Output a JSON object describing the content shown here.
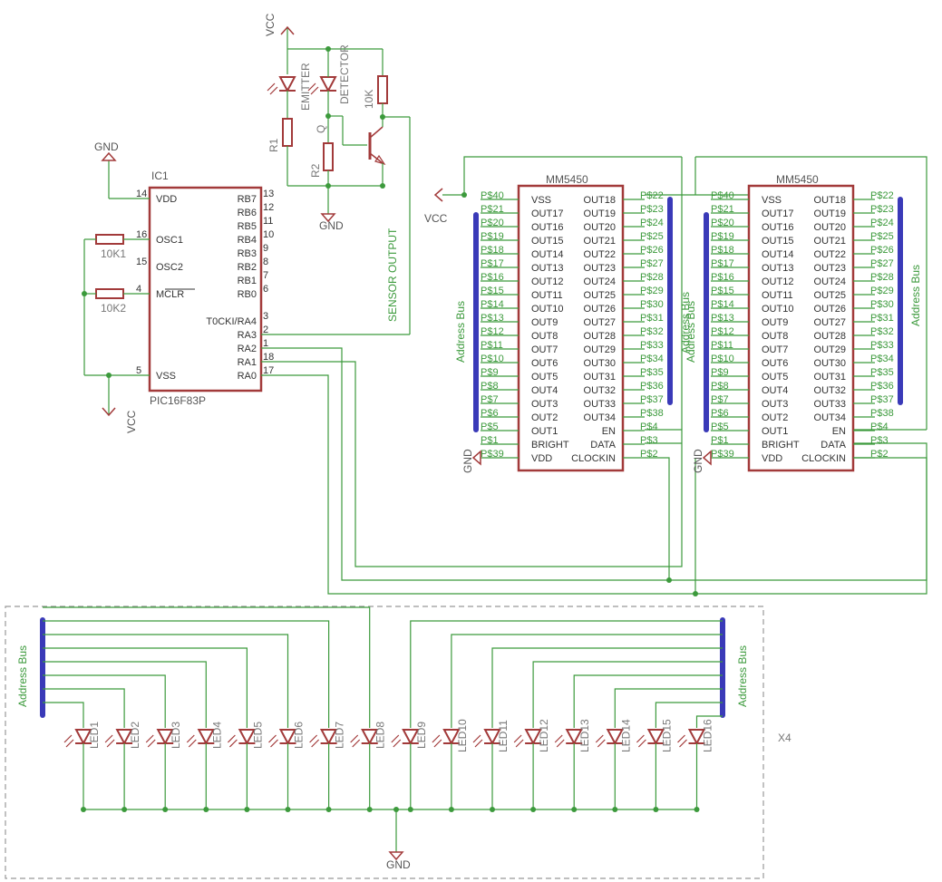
{
  "pic": {
    "ref": "IC1",
    "part": "PIC16F83P",
    "left_pins": [
      {
        "num": "14",
        "name": "VDD"
      },
      {
        "num": "16",
        "name": "OSC1"
      },
      {
        "num": "15",
        "name": "OSC2"
      },
      {
        "num": "4",
        "name": "MCLR"
      },
      {
        "num": "5",
        "name": "VSS"
      }
    ],
    "right_pins": [
      {
        "name": "RB7",
        "num": "13"
      },
      {
        "name": "RB6",
        "num": "12"
      },
      {
        "name": "RB5",
        "num": "11"
      },
      {
        "name": "RB4",
        "num": "10"
      },
      {
        "name": "RB3",
        "num": "9"
      },
      {
        "name": "RB2",
        "num": "8"
      },
      {
        "name": "RB1",
        "num": "7"
      },
      {
        "name": "RB0",
        "num": "6"
      },
      {
        "name": "T0CKI/RA4",
        "num": "3"
      },
      {
        "name": "RA3",
        "num": "2"
      },
      {
        "name": "RA2",
        "num": "1"
      },
      {
        "name": "RA1",
        "num": "18"
      },
      {
        "name": "RA0",
        "num": "17"
      }
    ]
  },
  "power": {
    "vcc": "VCC",
    "gnd": "GND"
  },
  "resistors": {
    "r10k1": "10K1",
    "r10k2": "10K2",
    "r1": "R1",
    "r2": "R2",
    "r10k": "10K"
  },
  "sensor": {
    "emitter": "EMITTER",
    "detector": "DETECTOR",
    "q": "Q",
    "output": "SENSOR OUTPUT"
  },
  "drivers": [
    {
      "part": "MM5450",
      "left": [
        [
          "P$40",
          "VSS"
        ],
        [
          "P$21",
          "OUT17"
        ],
        [
          "P$20",
          "OUT16"
        ],
        [
          "P$19",
          "OUT15"
        ],
        [
          "P$18",
          "OUT14"
        ],
        [
          "P$17",
          "OUT13"
        ],
        [
          "P$16",
          "OUT12"
        ],
        [
          "P$15",
          "OUT11"
        ],
        [
          "P$14",
          "OUT10"
        ],
        [
          "P$13",
          "OUT9"
        ],
        [
          "P$12",
          "OUT8"
        ],
        [
          "P$11",
          "OUT7"
        ],
        [
          "P$10",
          "OUT6"
        ],
        [
          "P$9",
          "OUT5"
        ],
        [
          "P$8",
          "OUT4"
        ],
        [
          "P$7",
          "OUT3"
        ],
        [
          "P$6",
          "OUT2"
        ],
        [
          "P$5",
          "OUT1"
        ],
        [
          "P$1",
          "BRIGHT"
        ],
        [
          "P$39",
          "VDD"
        ]
      ],
      "right": [
        [
          "OUT18",
          "P$22"
        ],
        [
          "OUT19",
          "P$23"
        ],
        [
          "OUT20",
          "P$24"
        ],
        [
          "OUT21",
          "P$25"
        ],
        [
          "OUT22",
          "P$26"
        ],
        [
          "OUT23",
          "P$27"
        ],
        [
          "OUT24",
          "P$28"
        ],
        [
          "OUT25",
          "P$29"
        ],
        [
          "OUT26",
          "P$30"
        ],
        [
          "OUT27",
          "P$31"
        ],
        [
          "OUT28",
          "P$32"
        ],
        [
          "OUT29",
          "P$33"
        ],
        [
          "OUT30",
          "P$34"
        ],
        [
          "OUT31",
          "P$35"
        ],
        [
          "OUT32",
          "P$36"
        ],
        [
          "OUT33",
          "P$37"
        ],
        [
          "OUT34",
          "P$38"
        ],
        [
          "EN",
          "P$4"
        ],
        [
          "DATA",
          "P$3"
        ],
        [
          "CLOCKIN",
          "P$2"
        ]
      ]
    },
    {
      "part": "MM5450",
      "left": [
        [
          "P$40",
          "VSS"
        ],
        [
          "P$21",
          "OUT17"
        ],
        [
          "P$20",
          "OUT16"
        ],
        [
          "P$19",
          "OUT15"
        ],
        [
          "P$18",
          "OUT14"
        ],
        [
          "P$17",
          "OUT13"
        ],
        [
          "P$16",
          "OUT12"
        ],
        [
          "P$15",
          "OUT11"
        ],
        [
          "P$14",
          "OUT10"
        ],
        [
          "P$13",
          "OUT9"
        ],
        [
          "P$12",
          "OUT8"
        ],
        [
          "P$11",
          "OUT7"
        ],
        [
          "P$10",
          "OUT6"
        ],
        [
          "P$9",
          "OUT5"
        ],
        [
          "P$8",
          "OUT4"
        ],
        [
          "P$7",
          "OUT3"
        ],
        [
          "P$6",
          "OUT2"
        ],
        [
          "P$5",
          "OUT1"
        ],
        [
          "P$1",
          "BRIGHT"
        ],
        [
          "P$39",
          "VDD"
        ]
      ],
      "right": [
        [
          "OUT18",
          "P$22"
        ],
        [
          "OUT19",
          "P$23"
        ],
        [
          "OUT20",
          "P$24"
        ],
        [
          "OUT21",
          "P$25"
        ],
        [
          "OUT22",
          "P$26"
        ],
        [
          "OUT23",
          "P$27"
        ],
        [
          "OUT24",
          "P$28"
        ],
        [
          "OUT25",
          "P$29"
        ],
        [
          "OUT26",
          "P$30"
        ],
        [
          "OUT27",
          "P$31"
        ],
        [
          "OUT28",
          "P$32"
        ],
        [
          "OUT29",
          "P$33"
        ],
        [
          "OUT30",
          "P$34"
        ],
        [
          "OUT31",
          "P$35"
        ],
        [
          "OUT32",
          "P$36"
        ],
        [
          "OUT33",
          "P$37"
        ],
        [
          "OUT34",
          "P$38"
        ],
        [
          "EN",
          "P$4"
        ],
        [
          "DATA",
          "P$3"
        ],
        [
          "CLOCKIN",
          "P$2"
        ]
      ]
    }
  ],
  "bus_label": "Address Bus",
  "leds": [
    "LED1",
    "LED2",
    "LED3",
    "LED4",
    "LED5",
    "LED6",
    "LED7",
    "LED8",
    "LED9",
    "LED10",
    "LED11",
    "LED12",
    "LED13",
    "LED14",
    "LED15",
    "LED16"
  ],
  "array_label": "X4"
}
